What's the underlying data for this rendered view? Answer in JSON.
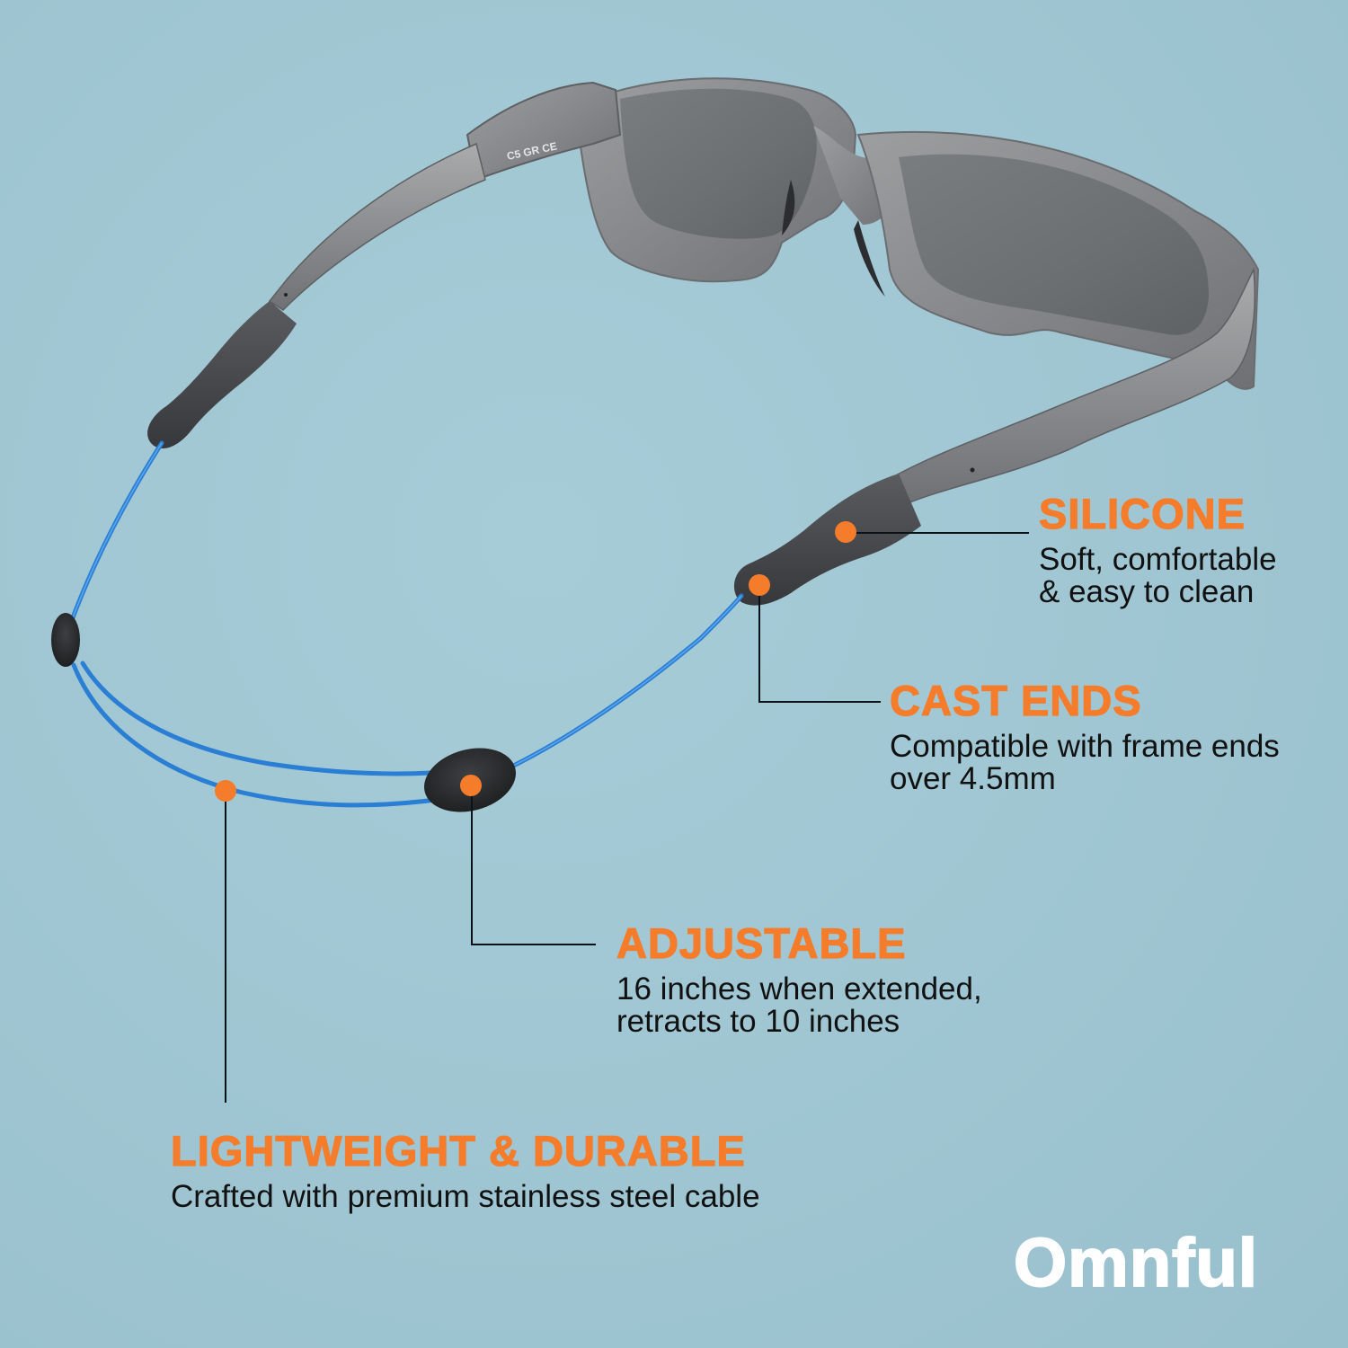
{
  "product": {
    "type": "sunglasses retainer strap",
    "frame_marking": "C5 GR CE",
    "colors": {
      "background": "#9fc6d2",
      "accent_orange": "#f57c2a",
      "frame_gray": "#8a8c8e",
      "lens_gray": "#6f7275",
      "cable_blue": "#2a7fd4",
      "silicone_dark": "#4a4c4f",
      "text_dark": "#111111",
      "brand_white": "#ffffff"
    }
  },
  "callouts": [
    {
      "id": "silicone",
      "title": "SILICONE",
      "lines": [
        "Soft, comfortable",
        "& easy to clean"
      ]
    },
    {
      "id": "cast-ends",
      "title": "CAST ENDS",
      "lines": [
        "Compatible with frame ends",
        "over 4.5mm"
      ]
    },
    {
      "id": "adjustable",
      "title": "ADJUSTABLE",
      "lines": [
        "16 inches when extended,",
        "retracts to 10 inches"
      ]
    },
    {
      "id": "lightweight",
      "title": "LIGHTWEIGHT & DURABLE",
      "lines": [
        "Crafted with premium stainless steel cable"
      ]
    }
  ],
  "brand": {
    "name": "Omnful"
  }
}
